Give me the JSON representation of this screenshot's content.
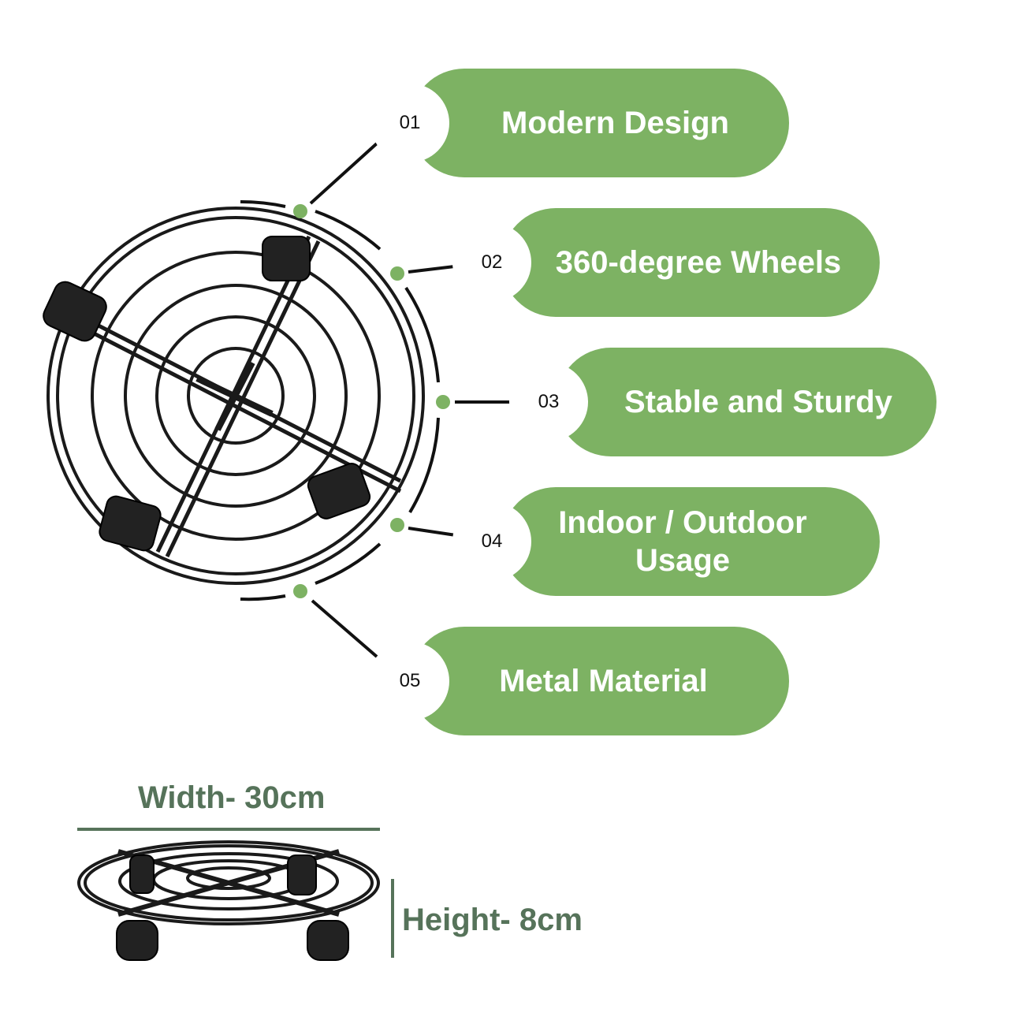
{
  "features": [
    {
      "number": "01",
      "label": "Modern Design"
    },
    {
      "number": "02",
      "label": "360-degree Wheels"
    },
    {
      "number": "03",
      "label": "Stable and Sturdy"
    },
    {
      "number": "04",
      "label": "Indoor / Outdoor Usage"
    },
    {
      "number": "05",
      "label": "Metal Material"
    }
  ],
  "dimensions": {
    "width_label": "Width- 30cm",
    "height_label": "Height- 8cm"
  },
  "colors": {
    "accent_green": "#7db263",
    "dimension_text": "#56735a",
    "metal": "#1a1a1a"
  }
}
